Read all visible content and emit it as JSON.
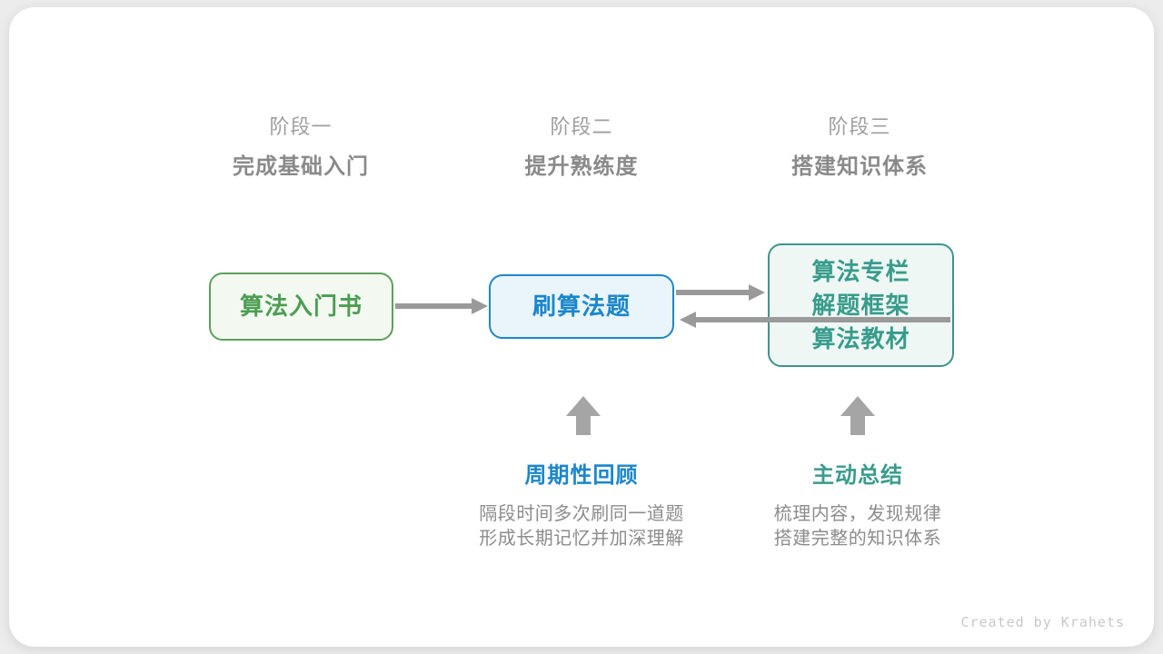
{
  "stages": [
    {
      "label": "阶段一",
      "subtitle": "完成基础入门"
    },
    {
      "label": "阶段二",
      "subtitle": "提升熟练度"
    },
    {
      "label": "阶段三",
      "subtitle": "搭建知识体系"
    }
  ],
  "nodes": [
    {
      "id": "intro-book",
      "lines": [
        "算法入门书"
      ],
      "text_color": "#4c9e52",
      "border_color": "#5ba05a",
      "bg_color": "#f3f9f1"
    },
    {
      "id": "practice-problems",
      "lines": [
        "刷算法题"
      ],
      "text_color": "#1a86cc",
      "border_color": "#1d86cd",
      "bg_color": "#eaf4fb"
    },
    {
      "id": "knowledge-sources",
      "lines": [
        "算法专栏",
        "解题框架",
        "算法教材"
      ],
      "text_color": "#389c8c",
      "border_color": "#3f948a",
      "bg_color": "#eef7f4"
    }
  ],
  "annotations": [
    {
      "id": "periodic-review",
      "title": "周期性回顾",
      "title_color": "#1a86cc",
      "lines": [
        "隔段时间多次刷同一道题",
        "形成长期记忆并加深理解"
      ]
    },
    {
      "id": "active-summary",
      "title": "主动总结",
      "title_color": "#389c8c",
      "lines": [
        "梳理内容，发现规律",
        "搭建完整的知识体系"
      ]
    }
  ],
  "arrows": {
    "color": "#9a9a9a",
    "block_arrow_color": "#a5a5a5",
    "connections": [
      "intro-book -> practice-problems",
      "practice-problems -> knowledge-sources",
      "knowledge-sources -> practice-problems",
      "periodic-review -> practice-problems (up)",
      "active-summary -> knowledge-sources (up)"
    ]
  },
  "credit": "Created by Krahets",
  "palette": {
    "page_bg": "#ececec",
    "card_bg": "#ffffff",
    "stage_label_gray": "#9e9e9e",
    "stage_subtitle_gray": "#8a8a8a",
    "description_gray": "#8c8c8c",
    "credit_gray": "#c8c8c8"
  }
}
